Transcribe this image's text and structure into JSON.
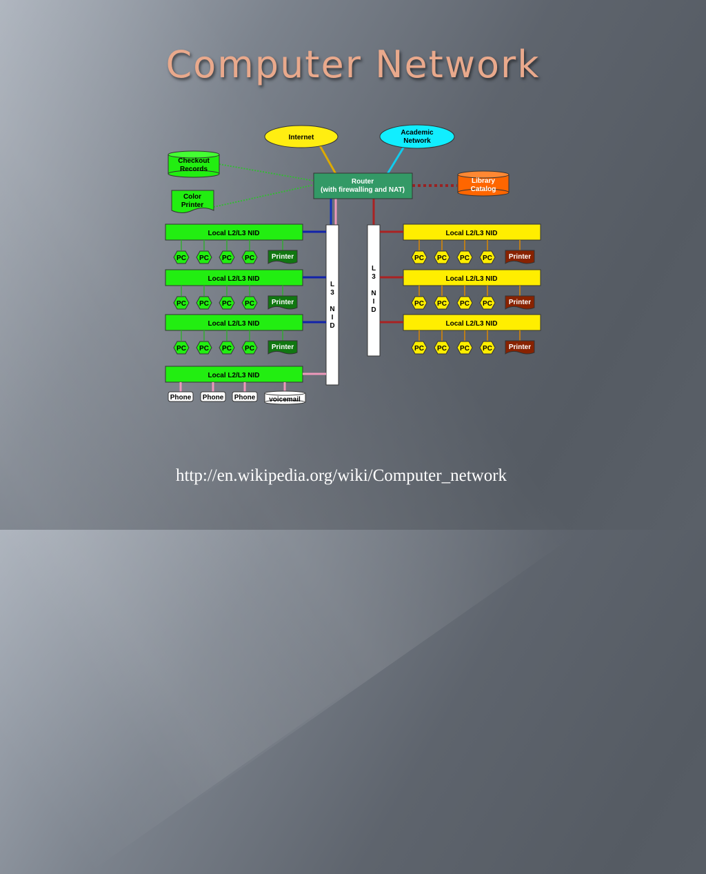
{
  "slide": {
    "title": "Computer Network",
    "url": "http://en.wikipedia.org/wiki/Computer_network"
  },
  "diagram": {
    "internet": "Internet",
    "academic": [
      "Academic",
      "Network"
    ],
    "checkout": [
      "Checkout",
      "Records"
    ],
    "color_printer": [
      "Color",
      "Printer"
    ],
    "router": [
      "Router",
      "(with firewalling and NAT)"
    ],
    "library": [
      "Library",
      "Catalog"
    ],
    "l3_nid": [
      "L",
      "3",
      "N",
      "I",
      "D"
    ],
    "nid_label": "Local L2/L3 NID",
    "pc_label": "PC",
    "printer_label": "Printer",
    "phone_label": "Phone",
    "voicemail_label": "voicemail"
  },
  "colors": {
    "green": "#22ee11",
    "yellow": "#ffee00",
    "router": "#339966",
    "library": "#ff6600",
    "cyan": "#11eeff",
    "blue_link": "#1122aa",
    "red_link": "#aa2222",
    "pink_link": "#ee99bb",
    "green_printer": "#117711",
    "brown_printer": "#882200"
  }
}
